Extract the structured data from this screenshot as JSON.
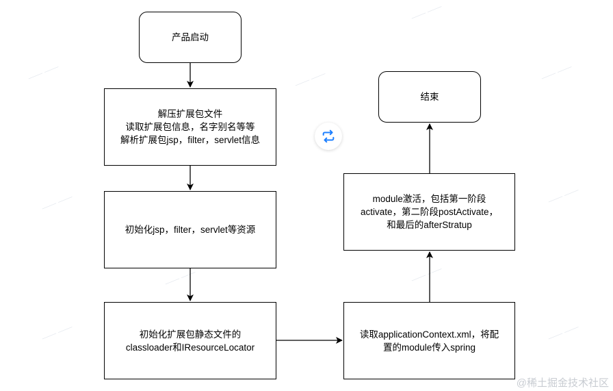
{
  "nodes": {
    "start": "产品启动",
    "unzip": "解压扩展包文件\n读取扩展包信息，名字别名等等\n解析扩展包jsp，filter，servlet信息",
    "init_resources": "初始化jsp，filter，servlet等资源",
    "init_static": "初始化扩展包静态文件的\nclassloader和IResourceLocator",
    "read_context": "读取applicationContext.xml，将配\n置的module传入spring",
    "activate": "module激活，包括第一阶段\nactivate，第二阶段postActivate，\n和最后的afterStratup",
    "end": "结束"
  },
  "edges": [
    {
      "from": "start",
      "to": "unzip"
    },
    {
      "from": "unzip",
      "to": "init_resources"
    },
    {
      "from": "init_resources",
      "to": "init_static"
    },
    {
      "from": "init_static",
      "to": "read_context"
    },
    {
      "from": "read_context",
      "to": "activate"
    },
    {
      "from": "activate",
      "to": "end"
    }
  ],
  "overlay": {
    "float_button_icon": "repeat-arrows-icon",
    "float_button_color": "#1e80ff",
    "site_watermark": "@稀土掘金技术社区"
  },
  "colors": {
    "stroke": "#000000",
    "background": "#ffffff"
  }
}
